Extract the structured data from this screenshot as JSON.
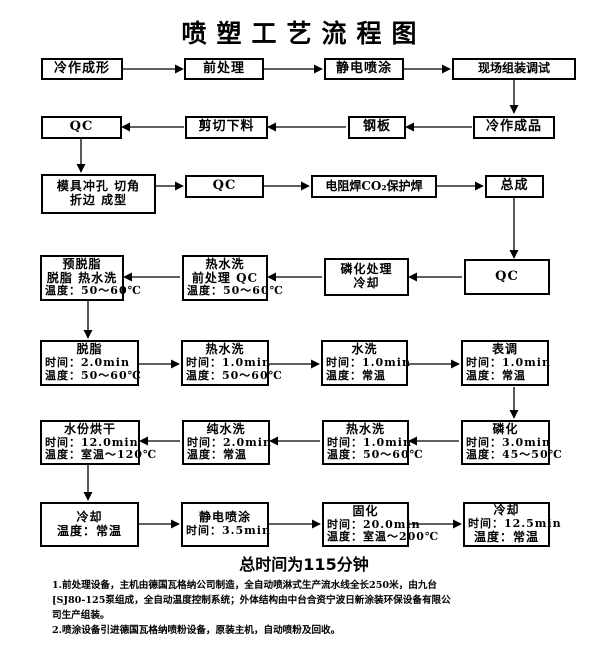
{
  "title": "喷塑工艺流程图",
  "steps": {
    "cold_forming": "冷作成形",
    "pretreatment": "前处理",
    "electrostatic_spray": "静电喷涂",
    "site_assembly": "现场组装调试",
    "qc_top": "QC",
    "shear_cut": "剪切下料",
    "steel_plate": "钢板",
    "cold_product": "冷作成品",
    "punch_a": "模具冲孔 切角",
    "punch_b": "折边 成型",
    "qc_mid": "QC",
    "co2_weld": "电阻焊CO₂保护焊",
    "assembly": "总成",
    "pre_degrease": [
      "预脱脂",
      "脱脂 热水洗",
      "温度：50～60℃"
    ],
    "hot_wash_pre": [
      "热水洗",
      "前处理 QC",
      "温度：50～60℃"
    ],
    "phosphate_cool": [
      "磷化处理",
      "冷却"
    ],
    "qc_right": "QC",
    "degrease": [
      "脱脂",
      "时间：2.0min",
      "温度：50～60℃"
    ],
    "hot_wash1": [
      "热水洗",
      "时间：1.0min",
      "温度：50～60℃"
    ],
    "water_wash": [
      "水洗",
      "时间：1.0min",
      "温度：常温"
    ],
    "surface_adjust": [
      "表调",
      "时间：1.0min",
      "温度：常温"
    ],
    "dry": [
      "水份烘干",
      "时间：12.0min",
      "温度：室温～120℃"
    ],
    "pure_wash": [
      "纯水洗",
      "时间：2.0min",
      "温度：常温"
    ],
    "hot_wash2": [
      "热水洗",
      "时间：1.0min",
      "温度：50～60℃"
    ],
    "phosphating": [
      "磷化",
      "时间：3.0min",
      "温度：45～50℃"
    ],
    "cooling1": [
      "冷却",
      "温度：常温"
    ],
    "spray2": [
      "静电喷涂",
      "时间：3.5min"
    ],
    "curing": [
      "固化",
      "时间：20.0min",
      "温度：室温～200℃"
    ],
    "cooling2": [
      "冷却",
      "时间：12.5min",
      "温度：常温"
    ]
  },
  "total_time": "总时间为115分钟",
  "notes": [
    "1.前处理设备，主机由德国瓦格纳公司制造，全自动喷淋式生产流水线全长250米，由九台",
    "[SJ80-125泵组成，全自动温度控制系统；外体结构由中台合资宁波日新涂装环保设备有限公",
    "司生产组装。",
    "2.喷涂设备引进德国瓦格纳喷粉设备，原装主机，自动喷粉及回收。"
  ]
}
